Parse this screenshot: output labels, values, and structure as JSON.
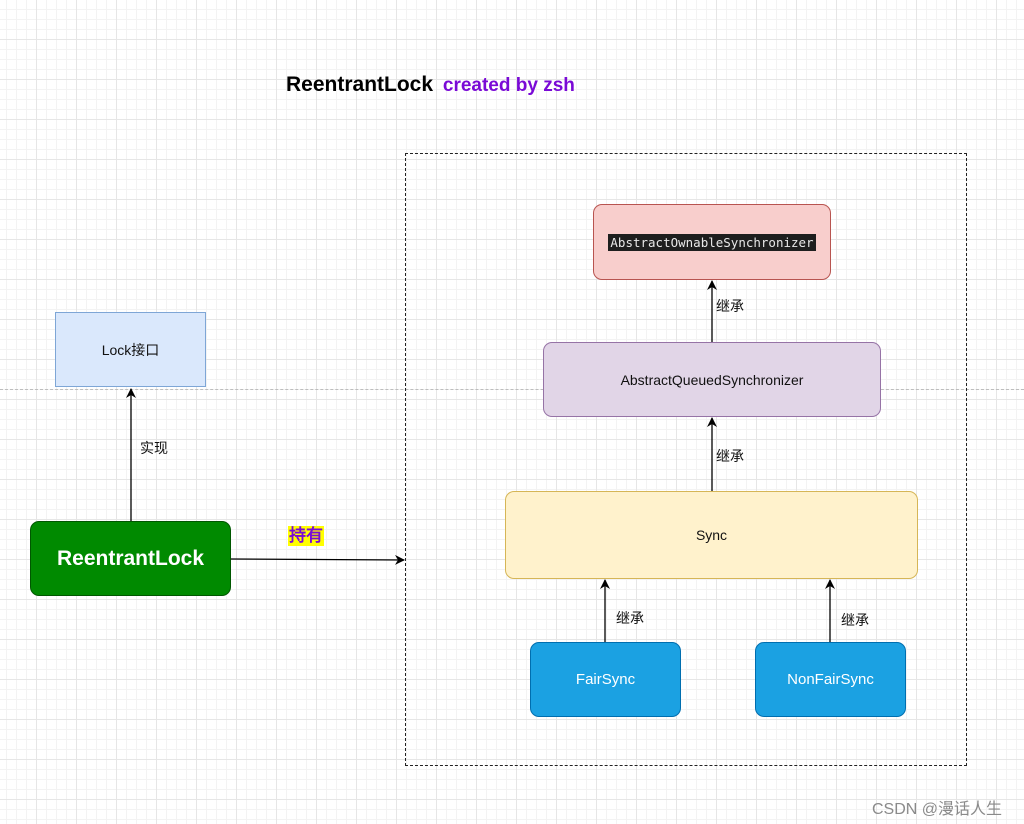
{
  "title": {
    "main": "ReentrantLock",
    "sub": "created by zsh"
  },
  "nodes": {
    "lock_interface": "Lock接口",
    "reentrant_lock": "ReentrantLock",
    "abstract_ownable": "AbstractOwnableSynchronizer",
    "abstract_queued": "AbstractQueuedSynchronizer",
    "sync": "Sync",
    "fair_sync": "FairSync",
    "nonfair_sync": "NonFairSync"
  },
  "edges": {
    "implements": "实现",
    "holds": "持有",
    "inherit_aqs_aos": "继承",
    "inherit_sync_aqs": "继承",
    "inherit_fair_sync": "继承",
    "inherit_nonfair_sync": "继承"
  },
  "colors": {
    "reentrant_lock": "#008a00",
    "lock_interface": "#dae8fc",
    "abstract_ownable": "#f8cecc",
    "abstract_queued": "#e1d5e7",
    "sync": "#fff2cc",
    "fair_sync": "#1ba1e2",
    "nonfair_sync": "#1ba1e2",
    "subtitle": "#7a0ad6",
    "holds_highlight": "#ffff00"
  },
  "watermark": "CSDN @漫话人生"
}
